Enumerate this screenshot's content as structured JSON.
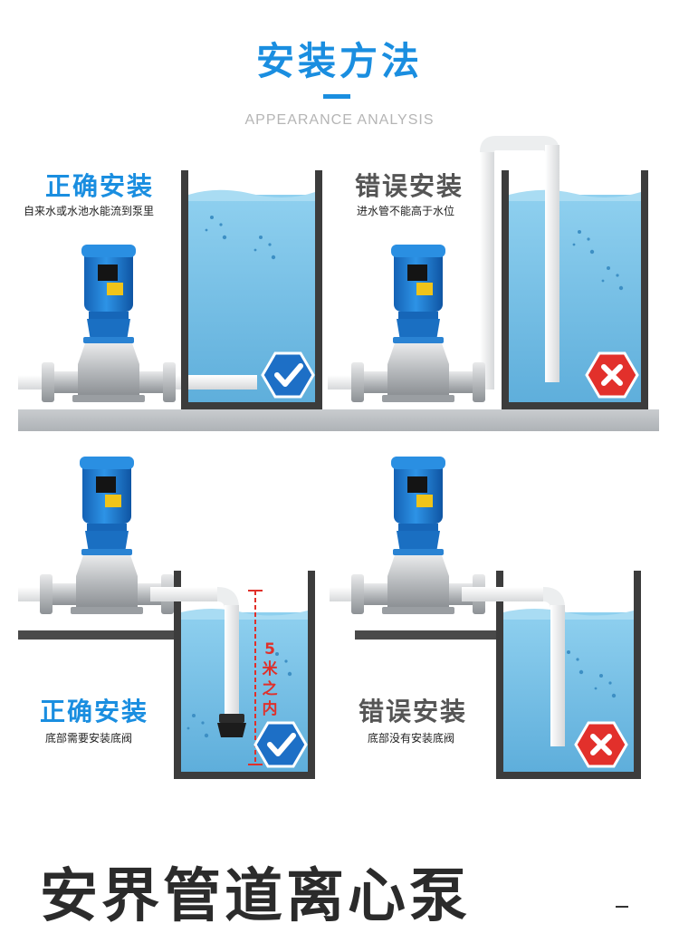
{
  "header": {
    "title": "安装方法",
    "subtitle": "APPEARANCE ANALYSIS"
  },
  "panels": [
    {
      "id": "top-left",
      "title": "正确安装",
      "note": "自来水或水池水能流到泵里",
      "status": "correct"
    },
    {
      "id": "top-right",
      "title": "错误安装",
      "note": "进水管不能高于水位",
      "status": "wrong"
    },
    {
      "id": "bottom-left",
      "title": "正确安装",
      "note": "底部需要安装底阀",
      "status": "correct",
      "dimension_label": "5米之内"
    },
    {
      "id": "bottom-right",
      "title": "错误安装",
      "note": "底部没有安装底阀",
      "status": "wrong"
    }
  ],
  "footer": {
    "brand": "安界管道离心泵"
  },
  "colors": {
    "title_blue": "#1a8ee0",
    "correct_title": "#1a8ee0",
    "wrong_title": "#555555",
    "water": "#72bfe6",
    "pump_blue": "#1f7fd0",
    "check_badge": "#1d6fc6",
    "cross_badge": "#e2302b",
    "dimension_red": "#e0302a"
  },
  "icons": {
    "correct": "check-badge-icon",
    "wrong": "cross-badge-icon"
  }
}
